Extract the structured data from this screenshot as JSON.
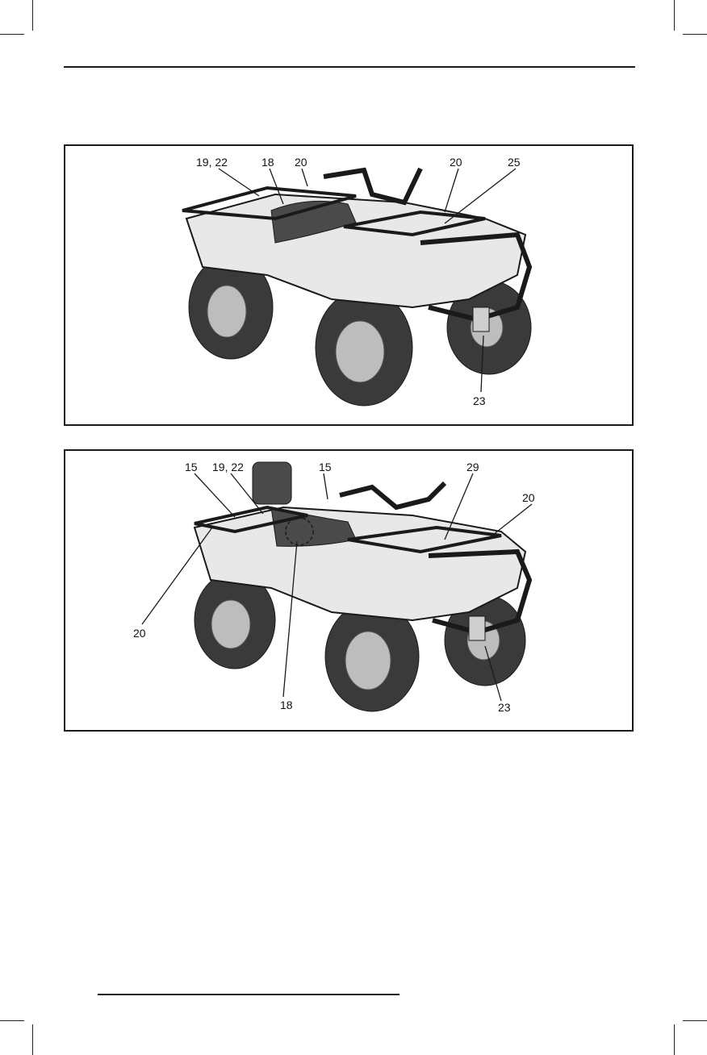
{
  "figures": [
    {
      "id": "atv-single-seat",
      "callouts": [
        "19, 22",
        "18",
        "20",
        "20",
        "25",
        "23"
      ]
    },
    {
      "id": "atv-two-up",
      "callouts": [
        "15",
        "19, 22",
        "15",
        "29",
        "20",
        "20",
        "18",
        "23"
      ]
    }
  ],
  "colors": {
    "line": "#1a1a1a",
    "body": "#e8e8e8",
    "tire": "#3a3a3a",
    "seat": "#4a4a4a"
  }
}
